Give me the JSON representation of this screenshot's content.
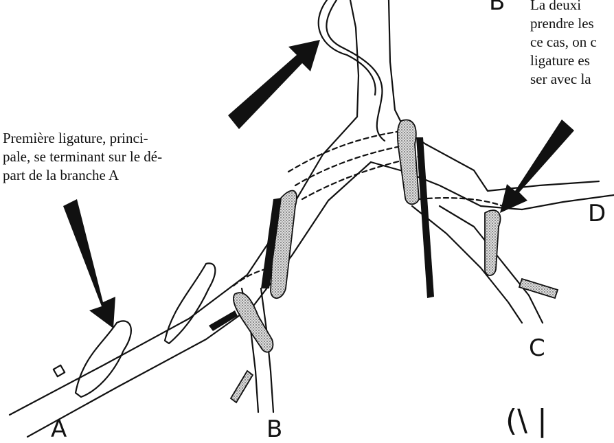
{
  "captions": {
    "first_ligature": [
      "Première ligature, princi-",
      "pale, se terminant sur le dé-",
      "part de la branche A"
    ],
    "second_ligature_fragment": [
      "La deuxi",
      "prendre les",
      "ce cas, on c",
      "ligature es",
      "ser avec la"
    ]
  },
  "labels": {
    "a": "A",
    "b": "B",
    "c": "C",
    "d": "D",
    "top_fragment": "B",
    "bottom_fragment": "(\\ |"
  },
  "colors": {
    "ink": "#111111",
    "stipple": "#9a9a9a",
    "paper": "#ffffff"
  }
}
